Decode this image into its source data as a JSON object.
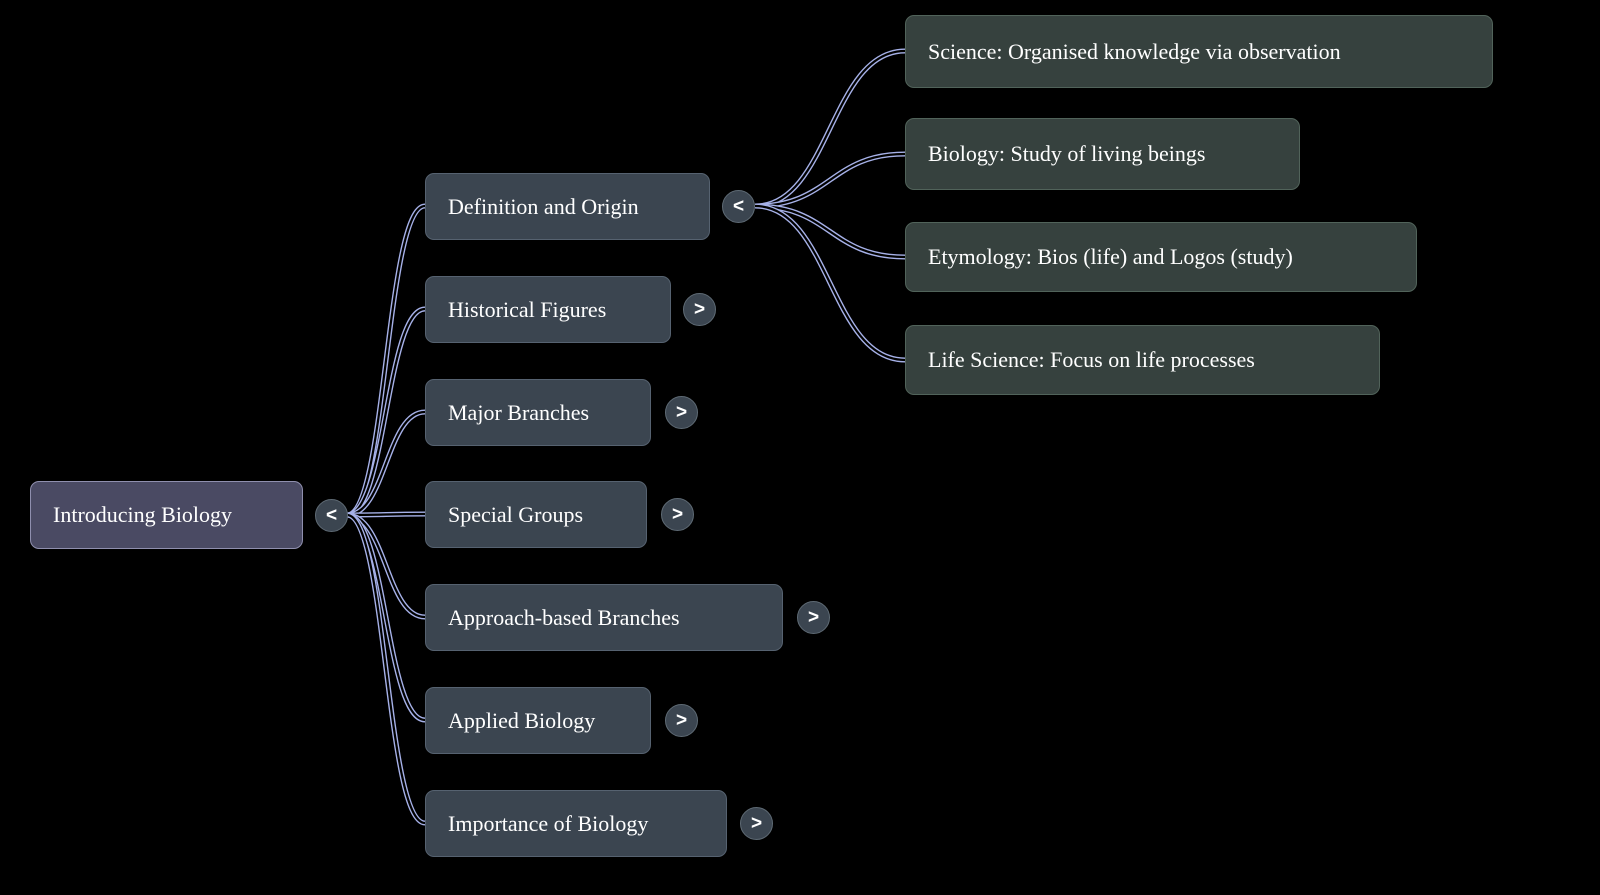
{
  "mindmap": {
    "root": {
      "label": "Introducing Biology",
      "toggle": "<"
    },
    "branches": [
      {
        "label": "Definition and Origin",
        "toggle": "<",
        "children": [
          {
            "label": "Science: Organised knowledge via observation"
          },
          {
            "label": "Biology: Study of living beings"
          },
          {
            "label": "Etymology: Bios (life) and Logos (study)"
          },
          {
            "label": "Life Science: Focus on life processes"
          }
        ]
      },
      {
        "label": "Historical Figures",
        "toggle": ">"
      },
      {
        "label": "Major Branches",
        "toggle": ">"
      },
      {
        "label": "Special Groups",
        "toggle": ">"
      },
      {
        "label": "Approach-based Branches",
        "toggle": ">"
      },
      {
        "label": "Applied Biology",
        "toggle": ">"
      },
      {
        "label": "Importance of Biology",
        "toggle": ">"
      }
    ],
    "colors": {
      "background": "#000000",
      "connector": "#a6b1e8",
      "root_fill": "#4a4a63",
      "branch_fill": "#3b4550",
      "leaf_fill": "#36413e",
      "text": "#ffffff"
    }
  }
}
